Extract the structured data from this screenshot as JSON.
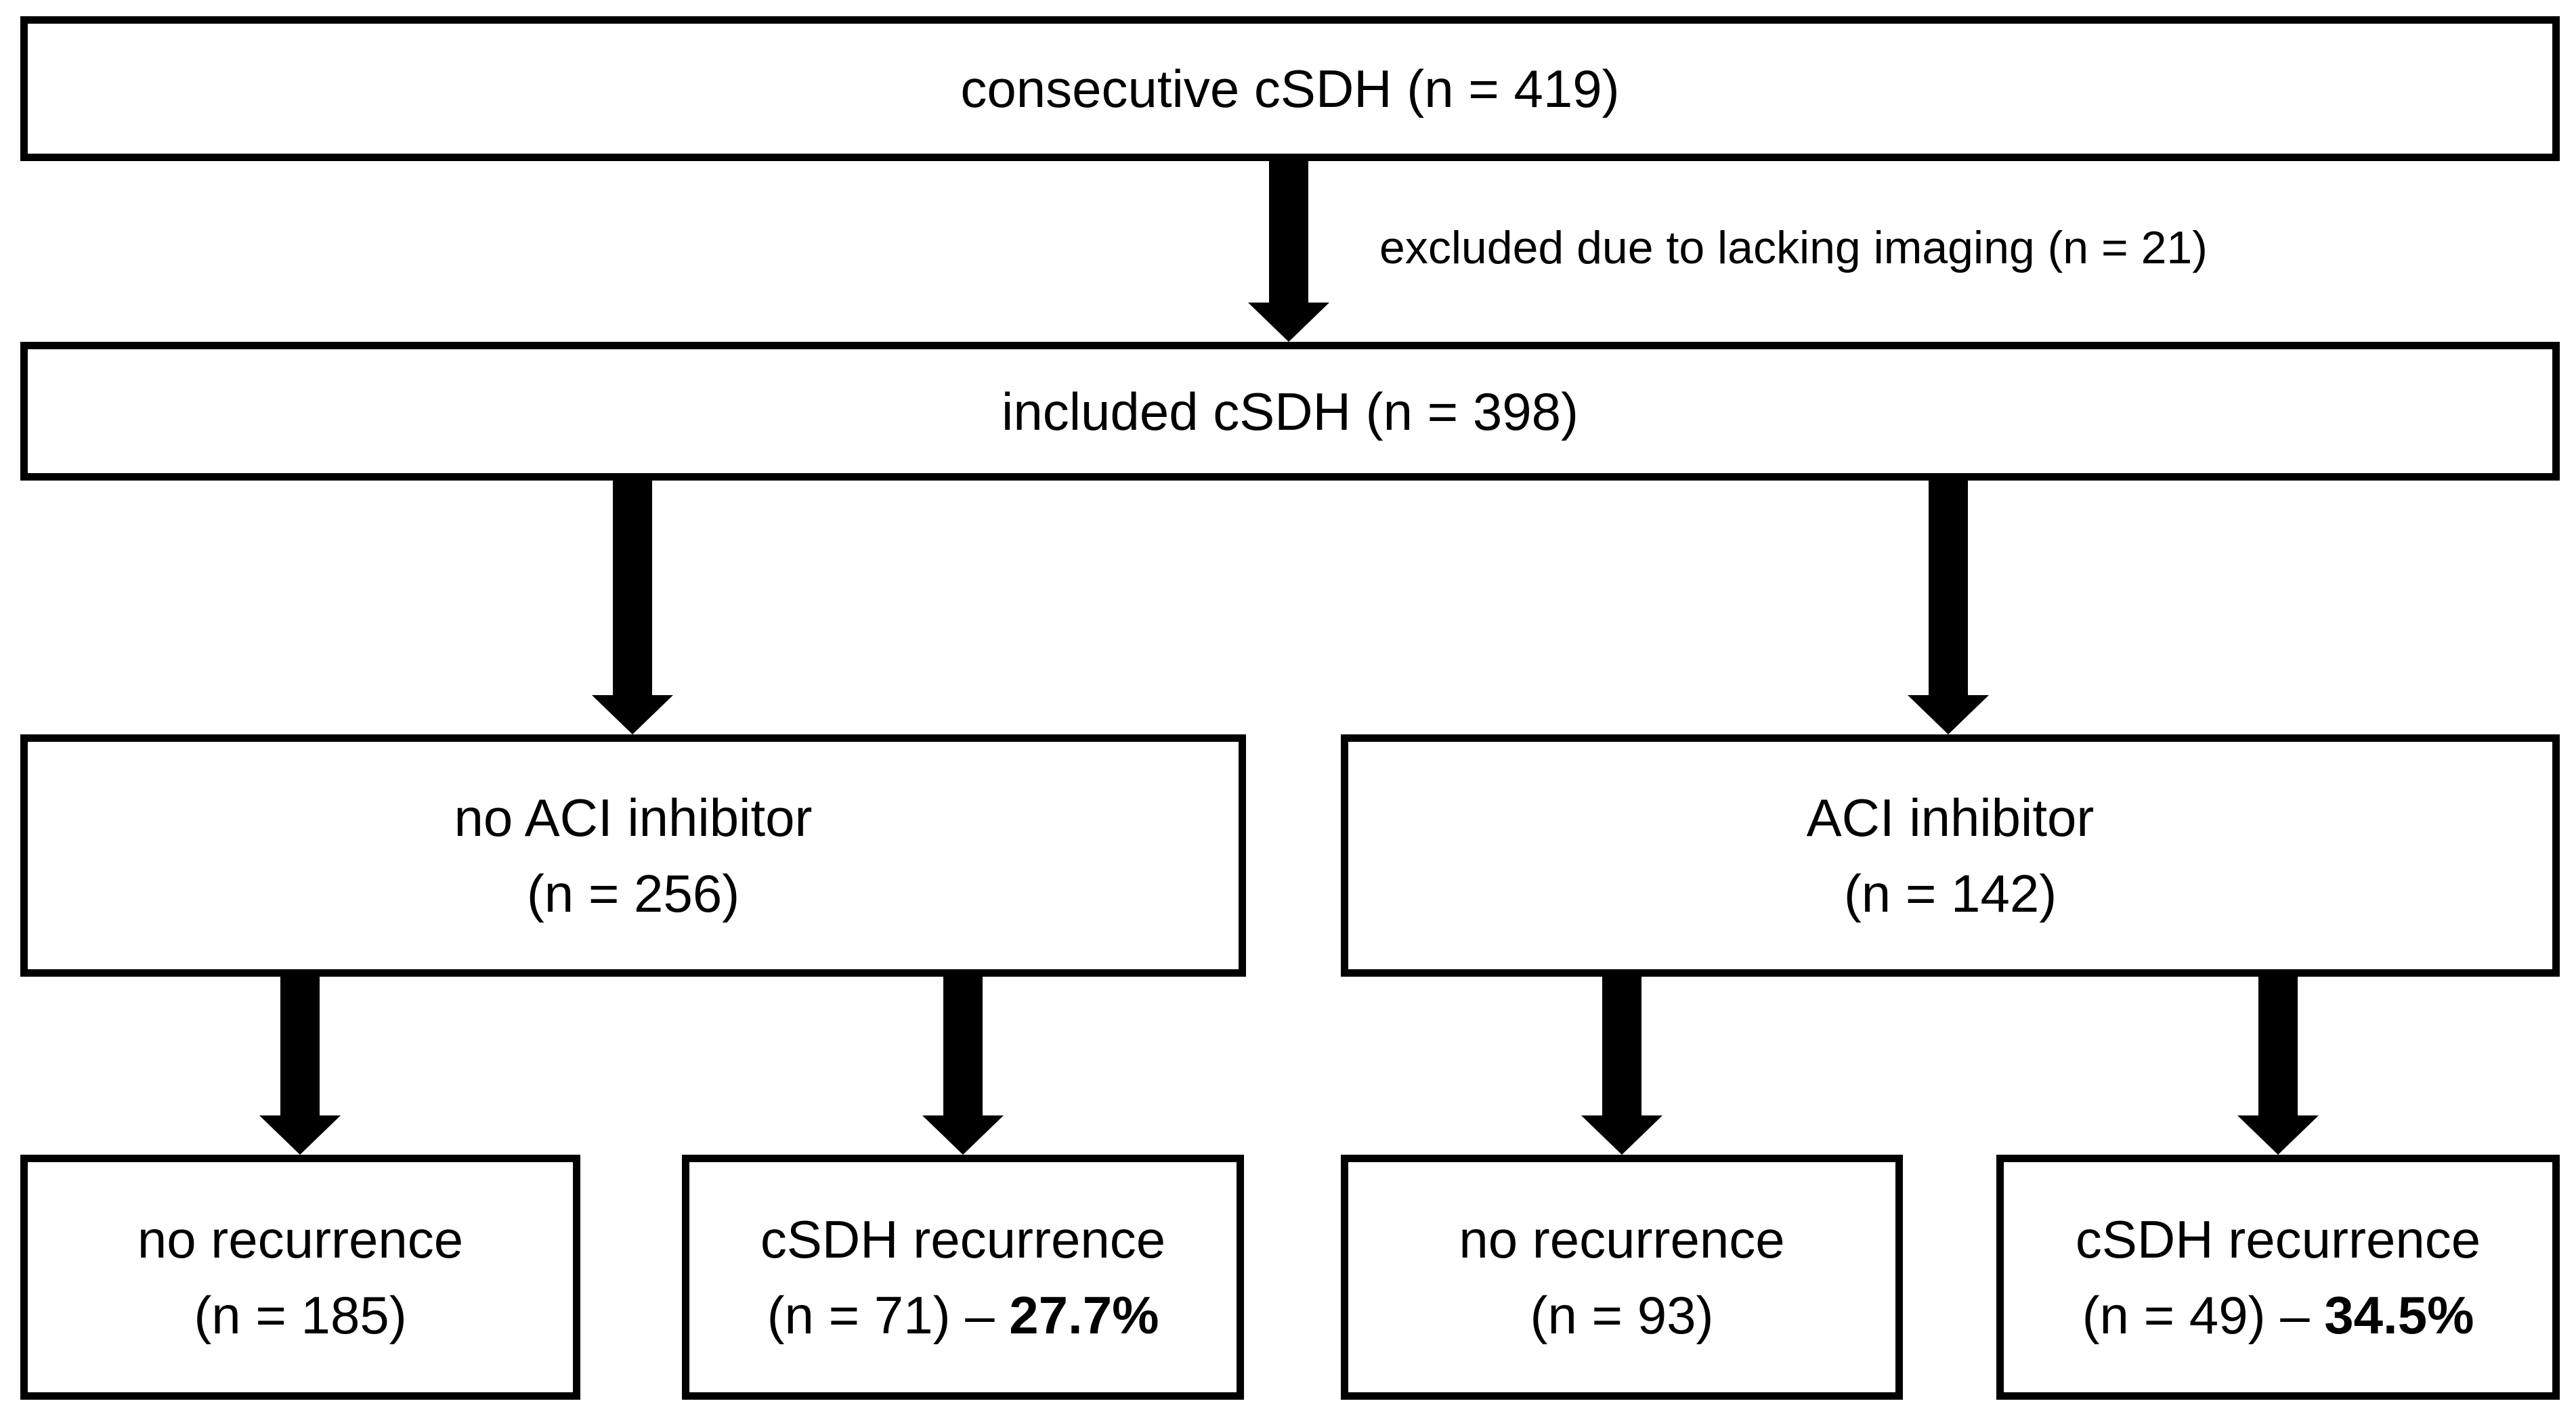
{
  "figure": {
    "colors": {
      "ink": "#000000",
      "background": "#ffffff"
    },
    "boxes": {
      "consecutive": {
        "text": "consecutive cSDH (n = 419)"
      },
      "included": {
        "text": "included cSDH (n = 398)"
      },
      "no_aci": {
        "line1": "no ACI inhibitor",
        "line2": "(n = 256)"
      },
      "aci": {
        "line1": "ACI inhibitor",
        "line2": "(n = 142)"
      },
      "no_recurrence_left": {
        "line1": "no recurrence",
        "line2": "(n = 185)"
      },
      "recurrence_left": {
        "line1": "cSDH recurrence",
        "line2_prefix": "(n = 71) – ",
        "line2_bold": "27.7%"
      },
      "no_recurrence_right": {
        "line1": "no recurrence",
        "line2": "(n = 93)"
      },
      "recurrence_right": {
        "line1": "cSDH recurrence",
        "line2_prefix": "(n = 49) – ",
        "line2_bold": "34.5%"
      }
    },
    "edge_labels": {
      "excluded": "excluded due to lacking imaging (n = 21)"
    }
  }
}
